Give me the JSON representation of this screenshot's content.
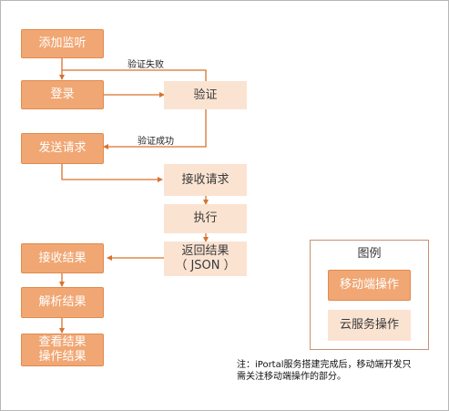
{
  "nodes": {
    "add_listener": "添加监听",
    "login": "登录",
    "verify": "验证",
    "send_request": "发送请求",
    "receive_request": "接收请求",
    "execute": "执行",
    "return_result_1": "返回结果",
    "return_result_2": "（ JSON ）",
    "receive_result": "接收结果",
    "parse_result": "解析结果",
    "view_result_1": "查看结果",
    "view_result_2": "操作结果"
  },
  "edge_labels": {
    "verify_fail": "验证失败",
    "verify_success": "验证成功"
  },
  "legend": {
    "title": "图例",
    "mobile": "移动端操作",
    "cloud": "云服务操作"
  },
  "note": {
    "line1": "注：iPortal服务搭建完成后，移动端开发只",
    "line2": "需关注移动端操作的部分。"
  },
  "colors": {
    "mobile_fill": "#f0a774",
    "mobile_border": "#e28a4e",
    "cloud_fill": "#fbe3d2",
    "arrow": "#d9722c"
  }
}
